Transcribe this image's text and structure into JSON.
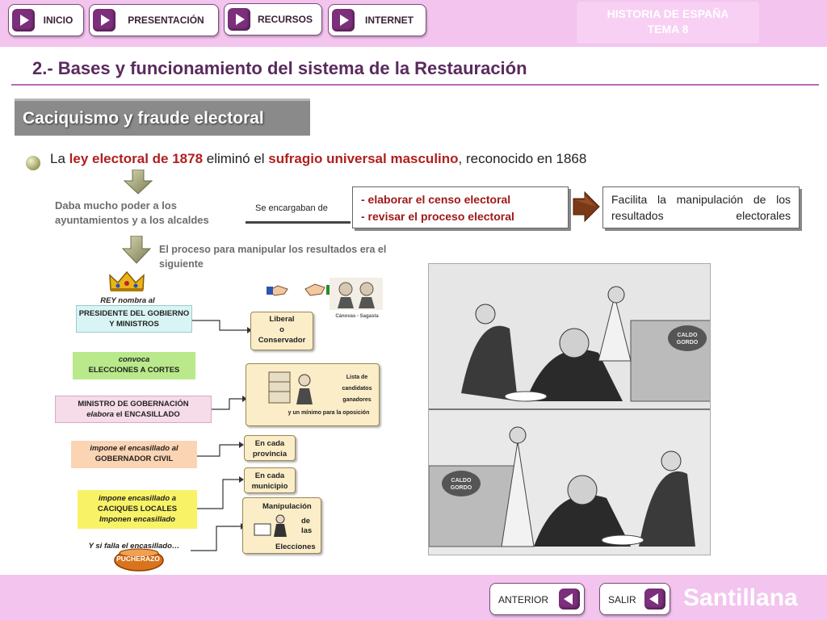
{
  "nav": {
    "inicio": "INICIO",
    "presentacion": "PRESENTACIÓN",
    "recursos": "RECURSOS",
    "internet": "INTERNET"
  },
  "unit": {
    "line1": "HISTORIA DE ESPAÑA",
    "line2": "TEMA 8"
  },
  "page_title": "2.- Bases y funcionamiento del sistema de la Restauración",
  "section_title": "Caciquismo y fraude electoral",
  "intro": {
    "p1": "La ",
    "r1": "ley electoral de 1878",
    "p2": " eliminó el ",
    "r2": "sufragio universal masculino",
    "p3": ", reconocido en 1868"
  },
  "power": {
    "line1": "Daba mucho poder a los",
    "line2": "ayuntamientos y a los alcaldes"
  },
  "se_encargaban": "Se encargaban de",
  "tasks": {
    "t1": "- elaborar el censo electoral",
    "t2": "- revisar el proceso electoral"
  },
  "facilita": "Facilita la manipulación de los resultados electorales",
  "proceso": {
    "line1": "El proceso para manipular los resultados era el",
    "line2": "siguiente"
  },
  "flow": {
    "rey": "REY nombra al",
    "presidente_1": "PRESIDENTE DEL GOBIERNO",
    "presidente_2": "Y  MINISTROS",
    "convoca_1": "convoca",
    "convoca_2": "ELECCIONES A CORTES",
    "ministro_1": "MINISTRO DE GOBERNACIÓN",
    "ministro_2a": "elabora",
    "ministro_2b": " el ENCASILLADO",
    "gobernador_1": "impone el encasillado al",
    "gobernador_2": "GOBERNADOR CIVIL",
    "caciques_1": "impone encasillado a",
    "caciques_2": "CACIQUES LOCALES",
    "caciques_3": "Imponen encasillado",
    "falla": "Y si falla el encasillado…",
    "pucherazo": "PUCHERAZO"
  },
  "side": {
    "canovas_sagasta": "Cánovas - Sagasta",
    "liberal": "Liberal",
    "o": "o",
    "conservador": "Conservador",
    "lista_1": "Lista de",
    "lista_2": "candidatos",
    "lista_3": "ganadores",
    "lista_4": "y un mínimo para la oposición",
    "provincia_1": "En cada",
    "provincia_2": "provincia",
    "municipio_1": "En cada",
    "municipio_2": "municipio",
    "manip_1": "Manipulación",
    "manip_2": "de",
    "manip_3": "las",
    "manip_4": "Elecciones"
  },
  "cartoon": {
    "pot_label_1": "CALDO",
    "pot_label_2": "GORDO"
  },
  "bottom": {
    "anterior": "ANTERIOR",
    "salir": "SALIR",
    "brand": "Santillana"
  },
  "colors": {
    "bar_pink": "#f2c4ee",
    "accent_purple": "#7c2f7b",
    "title_purple": "#5a2a5e",
    "highlight_red": "#b01f1f",
    "flow_teal": "#b9ece9",
    "flow_green": "#a8e07a",
    "flow_pink": "#f4cfe2",
    "flow_orange": "#f9c6a0",
    "flow_yellow": "#f6f266",
    "scroll_beige": "#fbedc8"
  },
  "icons": [
    "play-icon",
    "back-icon",
    "crown-icon",
    "arrow-down-icon",
    "arrow-right-icon",
    "handshake-icon",
    "cooking-pot-icon"
  ]
}
